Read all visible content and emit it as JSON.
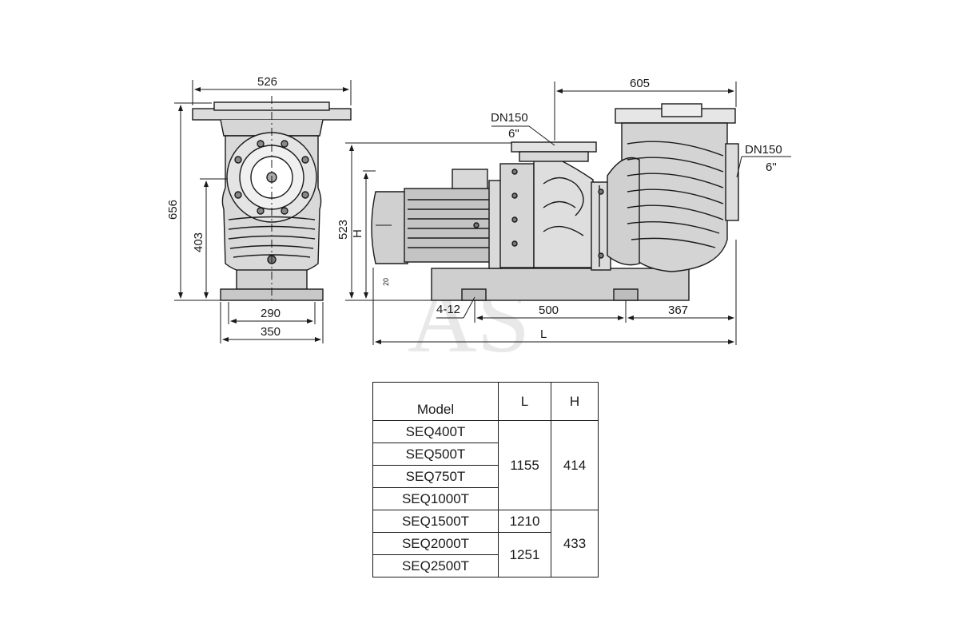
{
  "watermark": "AS",
  "side_view": {
    "top_width": "526",
    "total_height": "656",
    "axis_height": "403",
    "foot_inner": "290",
    "foot_outer": "350"
  },
  "front_view": {
    "suction_port": {
      "size": "DN150",
      "inch": "6\""
    },
    "discharge_port": {
      "size": "DN150",
      "inch": "6\""
    },
    "strainer_width": "605",
    "port_height": "523",
    "axis_label": "H",
    "small_label": "20",
    "bolt_holes": "4-12",
    "hole_spacing": "500",
    "rear_offset": "367",
    "overall_length": "L"
  },
  "table": {
    "headers": [
      "Model",
      "L",
      "H"
    ],
    "models": [
      "SEQ400T",
      "SEQ500T",
      "SEQ750T",
      "SEQ1000T",
      "SEQ1500T",
      "SEQ2000T",
      "SEQ2500T"
    ],
    "l_values": [
      "1155",
      "1210",
      "1251"
    ],
    "h_values": [
      "414",
      "433"
    ]
  }
}
